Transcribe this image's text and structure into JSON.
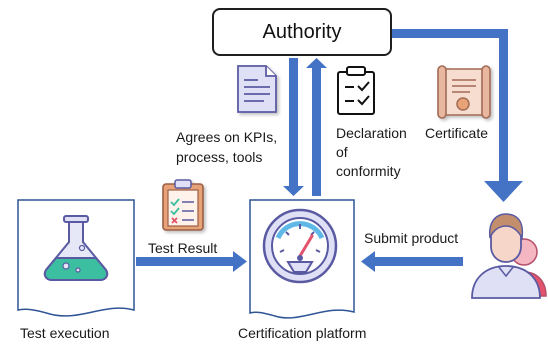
{
  "nodes": {
    "authority": "Authority",
    "test_execution": "Test execution",
    "certification_platform": "Certification platform"
  },
  "edges": {
    "agrees_line1": "Agrees on KPIs,",
    "agrees_line2": "process, tools",
    "declaration_line1": "Declaration",
    "declaration_line2": "of",
    "declaration_line3": "conformity",
    "certificate": "Certificate",
    "test_result": "Test Result",
    "submit_product": "Submit product"
  },
  "icons": {
    "document": "document-icon",
    "checklist": "checklist-icon",
    "certificate": "certificate-icon",
    "clipboard": "clipboard-icon",
    "flask": "flask-icon",
    "gauge": "gauge-icon",
    "users": "users-icon"
  },
  "colors": {
    "arrow": "#4472C4",
    "border": "#2f5597",
    "icon_fill": "#dfe0f5",
    "icon_stroke": "#5a5aa3",
    "accent_green": "#3cbfa0",
    "accent_red": "#e3536b",
    "clip_orange": "#e8a278"
  }
}
